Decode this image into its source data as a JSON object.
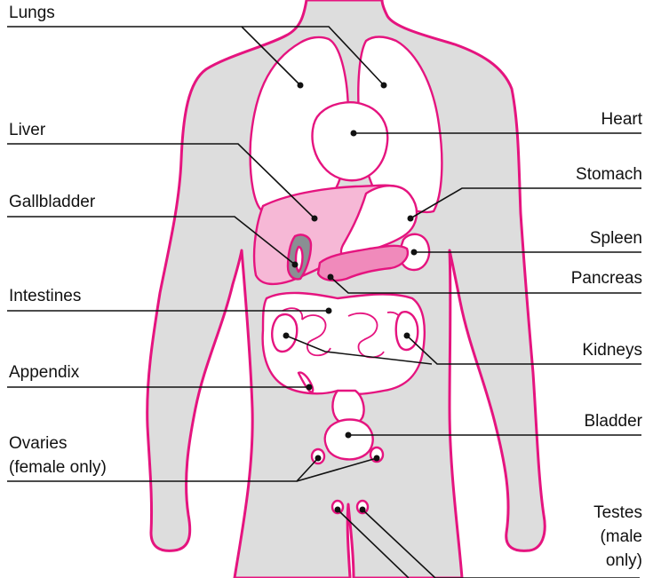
{
  "colors": {
    "outline": "#e5147f",
    "body_fill": "#dddddd",
    "organ_fill": "#ffffff",
    "liver_fill": "#f6b8d6",
    "pancreas_fill": "#f08abb",
    "gallbladder_fill": "#8a8f93",
    "leader_line": "#111111"
  },
  "labels": {
    "lungs": "Lungs",
    "heart": "Heart",
    "liver": "Liver",
    "stomach": "Stomach",
    "gallbladder": "Gallbladder",
    "spleen": "Spleen",
    "pancreas": "Pancreas",
    "intestines": "Intestines",
    "kidneys": "Kidneys",
    "appendix": "Appendix",
    "bladder": "Bladder",
    "ovaries_line1": "Ovaries",
    "ovaries_line2": "(female only)",
    "testes_line1": "Testes",
    "testes_line2": "(male",
    "testes_line3": "only)"
  }
}
